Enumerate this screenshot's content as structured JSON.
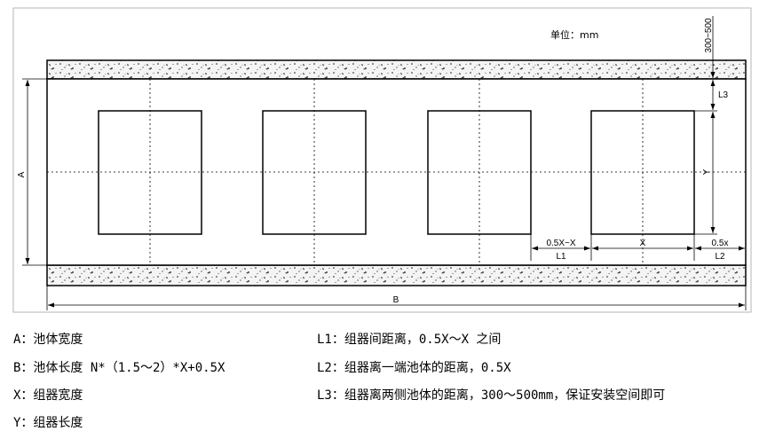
{
  "drawing": {
    "unit_label": "单位：mm",
    "dim_a": "A",
    "dim_b": "B",
    "dim_y": "Y",
    "dim_x": "X",
    "dim_l1_value": "0.5X~X",
    "dim_l1_name": "L1",
    "dim_l2_value": "0.5x",
    "dim_l2_name": "L2",
    "dim_l3_name": "L3",
    "dim_top_value": "300~500",
    "module_count": 4
  },
  "legend": {
    "a": "A：池体宽度",
    "b": "B：池体长度 N*（1.5～2）*X+0.5X",
    "x": "X：组器宽度",
    "y": "Y：组器长度",
    "l1": "L1：组器间距离，0.5X～X 之间",
    "l2": "L2：组器离一端池体的距离，0.5X",
    "l3": "L3：组器离两侧池体的距离，300～500mm，保证安装空间即可"
  }
}
